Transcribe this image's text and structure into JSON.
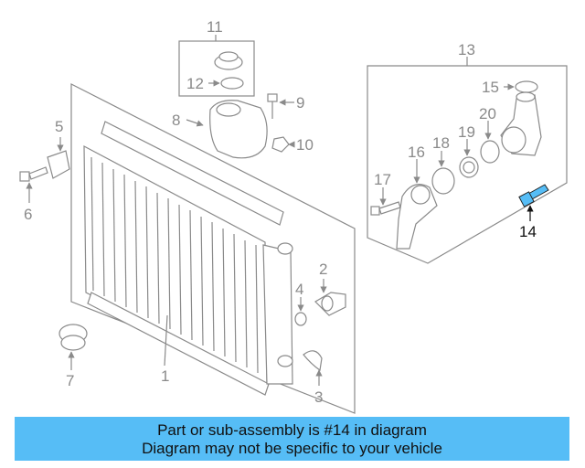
{
  "callouts": {
    "c1": "1",
    "c2": "2",
    "c3": "3",
    "c4": "4",
    "c5": "5",
    "c6": "6",
    "c7": "7",
    "c8": "8",
    "c9": "9",
    "c10": "10",
    "c11": "11",
    "c12": "12",
    "c13": "13",
    "c14": "14",
    "c15": "15",
    "c16": "16",
    "c17": "17",
    "c18": "18",
    "c19": "19",
    "c20": "20"
  },
  "highlight": {
    "part": "14",
    "color": "#56bdf6"
  },
  "banner": {
    "line1": "Part or sub-assembly is #14 in diagram",
    "line2": "Diagram may not be specific to your vehicle",
    "color": "#56bdf6"
  }
}
